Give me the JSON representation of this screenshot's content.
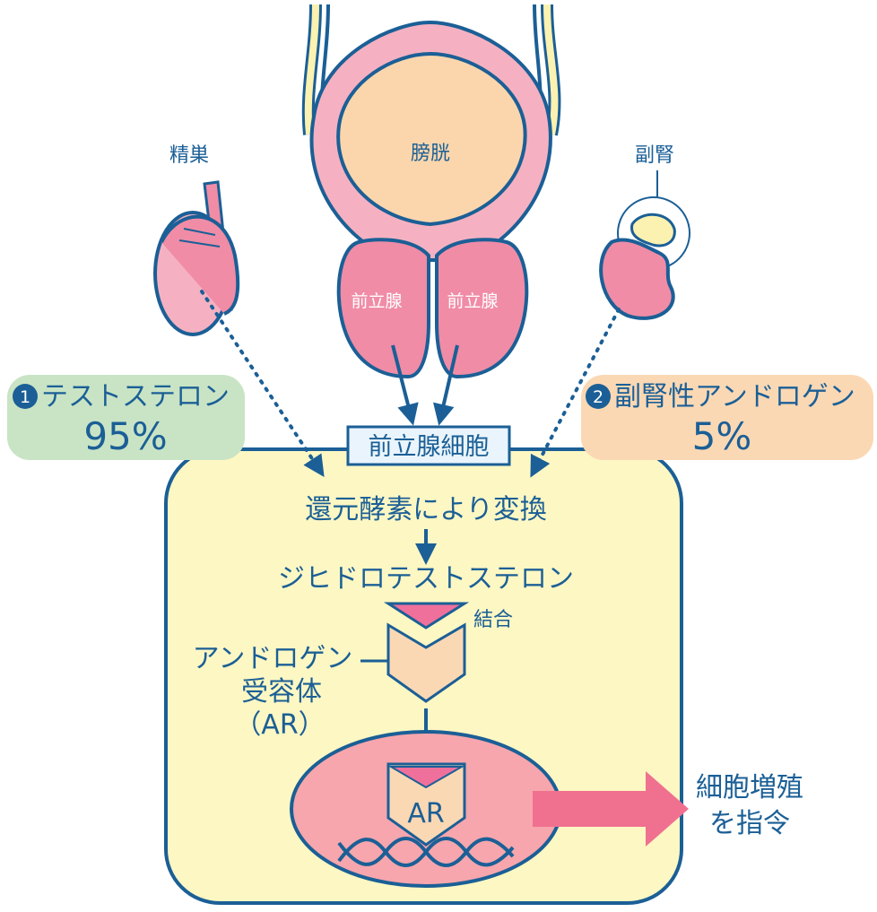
{
  "organs": {
    "testis": "精巣",
    "bladder": "膀胱",
    "adrenal": "副腎",
    "prostate_left": "前立腺",
    "prostate_right": "前立腺"
  },
  "sources": {
    "testosterone": {
      "num": "1",
      "name": "テストステロン",
      "percent": "95%",
      "color": "#c9e4c5"
    },
    "adrenal_androgen": {
      "num": "2",
      "name": "副腎性アンドロゲン",
      "percent": "5%",
      "color": "#fbd8b4"
    }
  },
  "cell": {
    "title": "前立腺細胞",
    "step1": "還元酵素により変換",
    "step2": "ジヒドロテストステロン",
    "bind_label": "結合",
    "receptor_line1": "アンドロゲン",
    "receptor_line2": "受容体",
    "receptor_line3": "（AR）",
    "nucleus_ar": "AR",
    "outcome_line1": "細胞増殖",
    "outcome_line2": "を指令"
  },
  "colors": {
    "accent": "#1b5f96",
    "cell_fill": "#fdf7c3",
    "organ_pink": "#f08ca6",
    "nucleus": "#f6a6ac",
    "arrow_pink": "#f07090",
    "receptor": "#fbd8b4"
  }
}
